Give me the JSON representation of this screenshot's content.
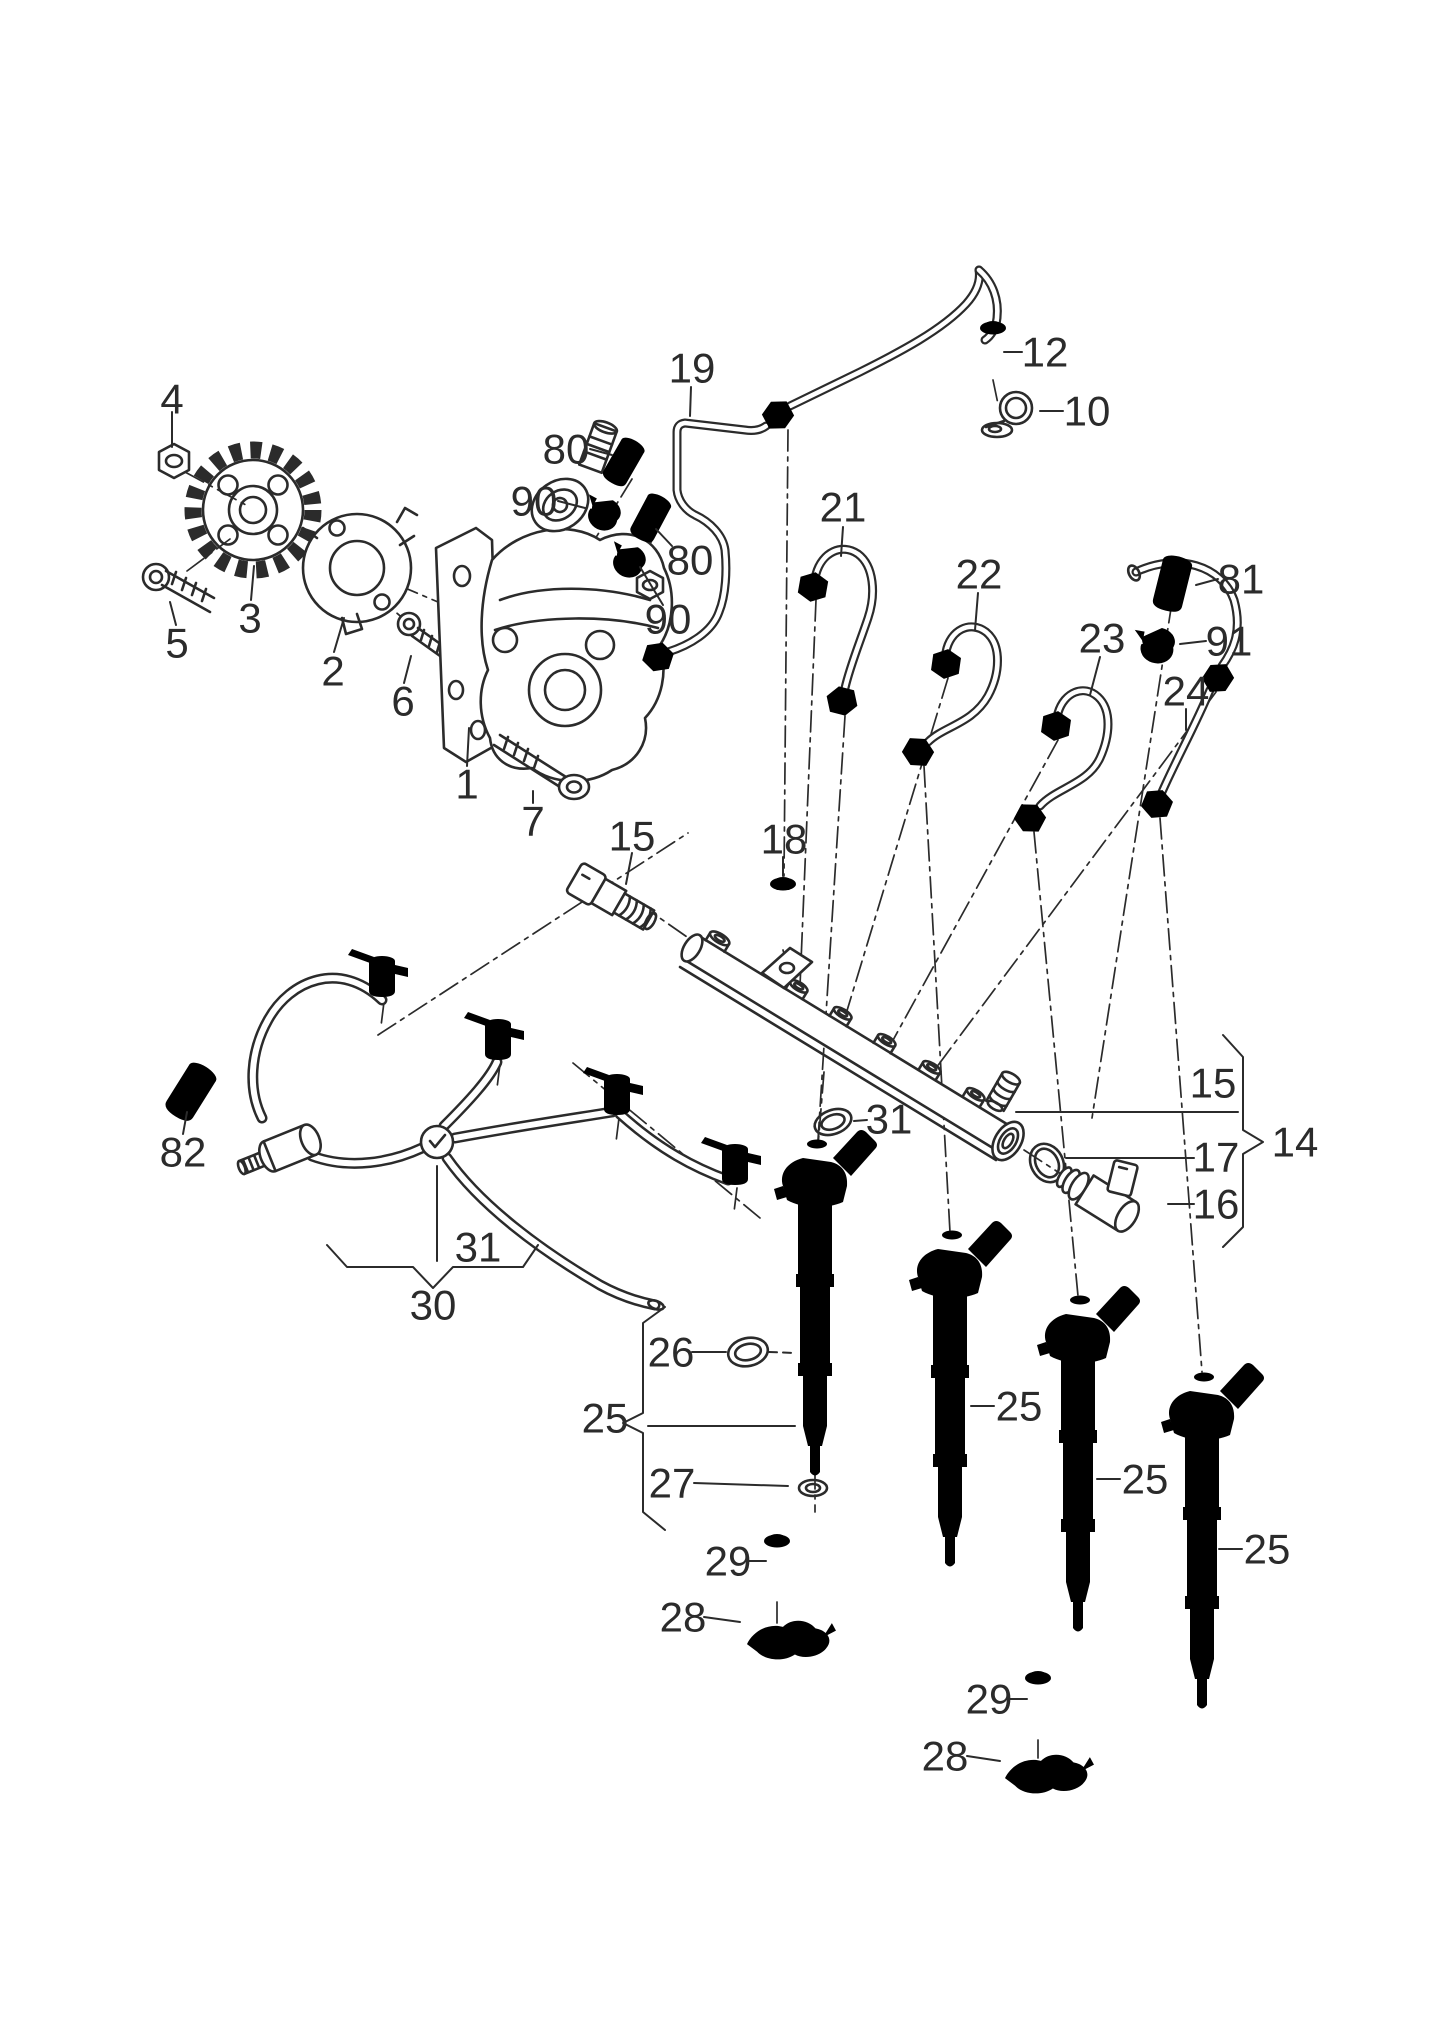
{
  "palette": {
    "ink": "#2b2b2b",
    "background": "#ffffff"
  },
  "diagram_type": "exploded-parts-diagram-fuel-injection",
  "callouts": {
    "nut_4": "4",
    "gear_3": "3",
    "bolt_5": "5",
    "flange_2": "2",
    "bolt_6": "6",
    "pump_1": "1",
    "bolt_7": "7",
    "cap_80_left": "80",
    "clip_90_left": "90",
    "cap_80_right": "80",
    "clip_90_right": "90",
    "pipe_19": "19",
    "bolt_12": "12",
    "clamp_10": "10",
    "pipe_21": "21",
    "pipe_22": "22",
    "pipe_23": "23",
    "pipe_24": "24",
    "cap_81": "81",
    "clip_91": "91",
    "sensor_15_rail": "15",
    "bolt_18": "18",
    "oring_31_rail": "31",
    "cap_82": "82",
    "junction_31": "31",
    "return_line_30": "30",
    "oring_26": "26",
    "injector_25_a": "25",
    "seal_27": "27",
    "bolt_29_a": "29",
    "clamp_28_a": "28",
    "sensor_15_group": "15",
    "seal_17": "17",
    "valve_16": "16",
    "group_14": "14",
    "injector_25_b": "25",
    "injector_25_c": "25",
    "injector_25_d": "25",
    "bolt_29_b": "29",
    "clamp_28_b": "28"
  }
}
